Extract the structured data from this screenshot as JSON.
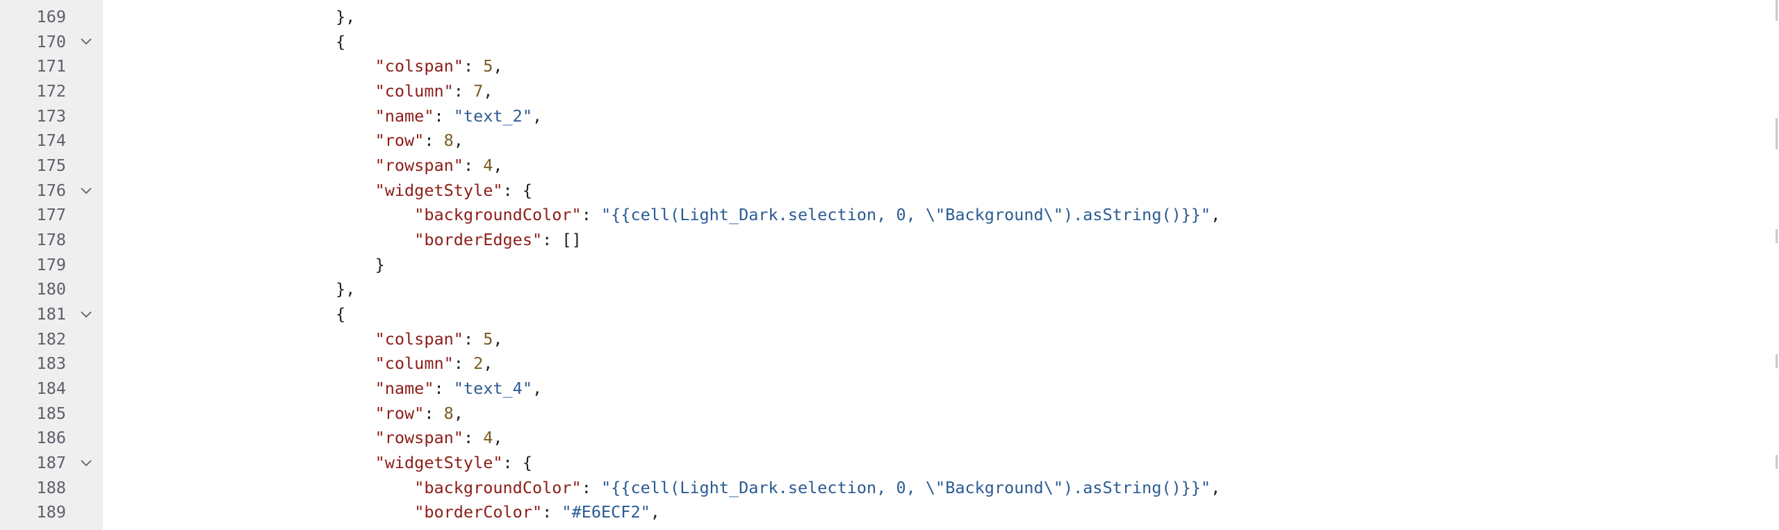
{
  "editor": {
    "indent_spaces_per_level": 4,
    "lines": [
      {
        "num": "169",
        "fold": false,
        "indent": 6,
        "tokens": [
          {
            "t": "p",
            "v": "},"
          }
        ]
      },
      {
        "num": "170",
        "fold": true,
        "indent": 6,
        "tokens": [
          {
            "t": "p",
            "v": "{"
          }
        ]
      },
      {
        "num": "171",
        "fold": false,
        "indent": 7,
        "tokens": [
          {
            "t": "key",
            "v": "\"colspan\""
          },
          {
            "t": "p",
            "v": ": "
          },
          {
            "t": "num",
            "v": "5"
          },
          {
            "t": "p",
            "v": ","
          }
        ]
      },
      {
        "num": "172",
        "fold": false,
        "indent": 7,
        "tokens": [
          {
            "t": "key",
            "v": "\"column\""
          },
          {
            "t": "p",
            "v": ": "
          },
          {
            "t": "num",
            "v": "7"
          },
          {
            "t": "p",
            "v": ","
          }
        ]
      },
      {
        "num": "173",
        "fold": false,
        "indent": 7,
        "tokens": [
          {
            "t": "key",
            "v": "\"name\""
          },
          {
            "t": "p",
            "v": ": "
          },
          {
            "t": "str",
            "v": "\"text_2\""
          },
          {
            "t": "p",
            "v": ","
          }
        ]
      },
      {
        "num": "174",
        "fold": false,
        "indent": 7,
        "tokens": [
          {
            "t": "key",
            "v": "\"row\""
          },
          {
            "t": "p",
            "v": ": "
          },
          {
            "t": "num",
            "v": "8"
          },
          {
            "t": "p",
            "v": ","
          }
        ]
      },
      {
        "num": "175",
        "fold": false,
        "indent": 7,
        "tokens": [
          {
            "t": "key",
            "v": "\"rowspan\""
          },
          {
            "t": "p",
            "v": ": "
          },
          {
            "t": "num",
            "v": "4"
          },
          {
            "t": "p",
            "v": ","
          }
        ]
      },
      {
        "num": "176",
        "fold": true,
        "indent": 7,
        "tokens": [
          {
            "t": "key",
            "v": "\"widgetStyle\""
          },
          {
            "t": "p",
            "v": ": {"
          }
        ]
      },
      {
        "num": "177",
        "fold": false,
        "indent": 8,
        "tokens": [
          {
            "t": "key",
            "v": "\"backgroundColor\""
          },
          {
            "t": "p",
            "v": ": "
          },
          {
            "t": "str",
            "v": "\"{{cell(Light_Dark.selection, 0, \\\"Background\\\").asString()}}\""
          },
          {
            "t": "p",
            "v": ","
          }
        ]
      },
      {
        "num": "178",
        "fold": false,
        "indent": 8,
        "tokens": [
          {
            "t": "key",
            "v": "\"borderEdges\""
          },
          {
            "t": "p",
            "v": ": []"
          }
        ]
      },
      {
        "num": "179",
        "fold": false,
        "indent": 7,
        "tokens": [
          {
            "t": "p",
            "v": "}"
          }
        ]
      },
      {
        "num": "180",
        "fold": false,
        "indent": 6,
        "tokens": [
          {
            "t": "p",
            "v": "},"
          }
        ]
      },
      {
        "num": "181",
        "fold": true,
        "indent": 6,
        "tokens": [
          {
            "t": "p",
            "v": "{"
          }
        ]
      },
      {
        "num": "182",
        "fold": false,
        "indent": 7,
        "tokens": [
          {
            "t": "key",
            "v": "\"colspan\""
          },
          {
            "t": "p",
            "v": ": "
          },
          {
            "t": "num",
            "v": "5"
          },
          {
            "t": "p",
            "v": ","
          }
        ]
      },
      {
        "num": "183",
        "fold": false,
        "indent": 7,
        "tokens": [
          {
            "t": "key",
            "v": "\"column\""
          },
          {
            "t": "p",
            "v": ": "
          },
          {
            "t": "num",
            "v": "2"
          },
          {
            "t": "p",
            "v": ","
          }
        ]
      },
      {
        "num": "184",
        "fold": false,
        "indent": 7,
        "tokens": [
          {
            "t": "key",
            "v": "\"name\""
          },
          {
            "t": "p",
            "v": ": "
          },
          {
            "t": "str",
            "v": "\"text_4\""
          },
          {
            "t": "p",
            "v": ","
          }
        ]
      },
      {
        "num": "185",
        "fold": false,
        "indent": 7,
        "tokens": [
          {
            "t": "key",
            "v": "\"row\""
          },
          {
            "t": "p",
            "v": ": "
          },
          {
            "t": "num",
            "v": "8"
          },
          {
            "t": "p",
            "v": ","
          }
        ]
      },
      {
        "num": "186",
        "fold": false,
        "indent": 7,
        "tokens": [
          {
            "t": "key",
            "v": "\"rowspan\""
          },
          {
            "t": "p",
            "v": ": "
          },
          {
            "t": "num",
            "v": "4"
          },
          {
            "t": "p",
            "v": ","
          }
        ]
      },
      {
        "num": "187",
        "fold": true,
        "indent": 7,
        "tokens": [
          {
            "t": "key",
            "v": "\"widgetStyle\""
          },
          {
            "t": "p",
            "v": ": {"
          }
        ]
      },
      {
        "num": "188",
        "fold": false,
        "indent": 8,
        "tokens": [
          {
            "t": "key",
            "v": "\"backgroundColor\""
          },
          {
            "t": "p",
            "v": ": "
          },
          {
            "t": "str",
            "v": "\"{{cell(Light_Dark.selection, 0, \\\"Background\\\").asString()}}\""
          },
          {
            "t": "p",
            "v": ","
          }
        ]
      },
      {
        "num": "189",
        "fold": false,
        "indent": 8,
        "tokens": [
          {
            "t": "key",
            "v": "\"borderColor\""
          },
          {
            "t": "p",
            "v": ": "
          },
          {
            "t": "str",
            "v": "\"#E6ECF2\""
          },
          {
            "t": "p",
            "v": ","
          }
        ]
      }
    ]
  },
  "icons": {
    "fold": "chevron-down-icon"
  },
  "colors": {
    "gutter_bg": "#efefef",
    "line_number": "#5f5f6b",
    "key": "#8c1d18",
    "string": "#2b5b92",
    "number": "#7a5a1e",
    "punctuation": "#1f1f1f"
  }
}
